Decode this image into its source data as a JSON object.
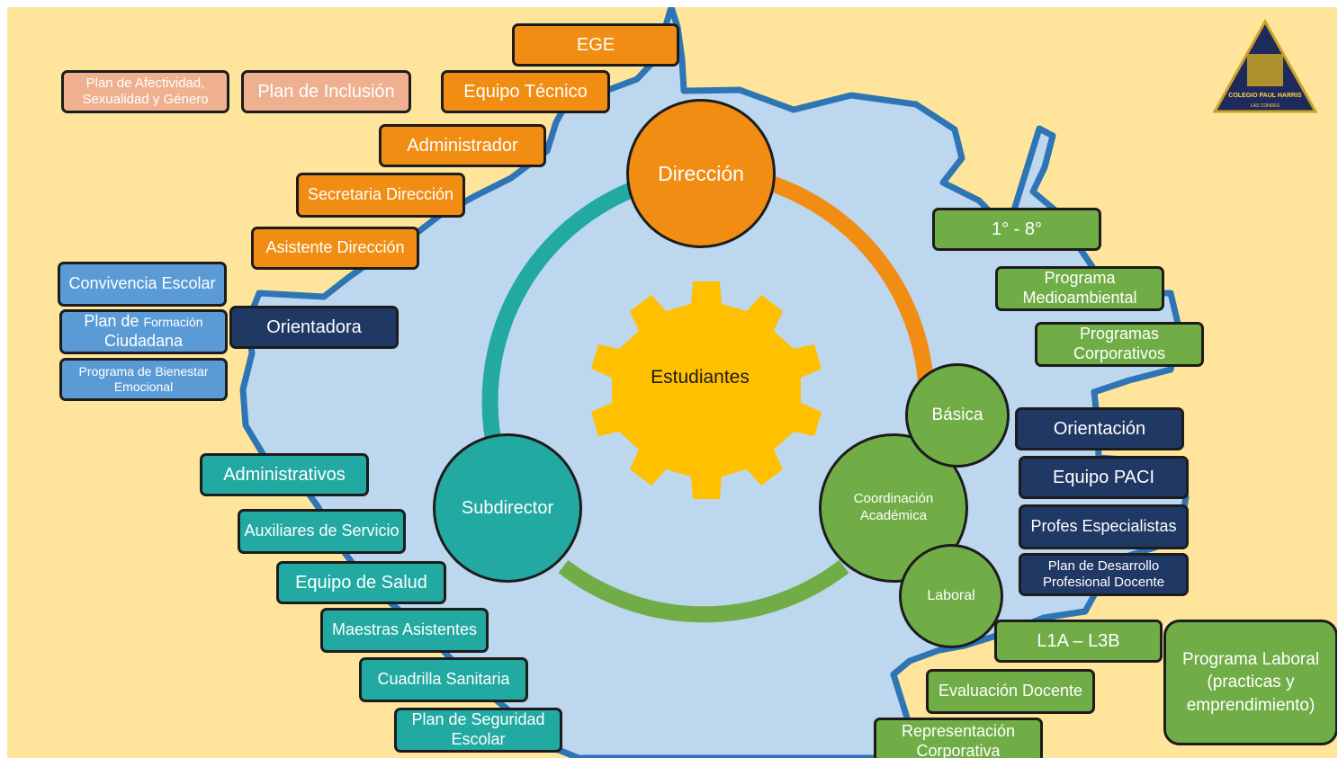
{
  "colors": {
    "background": "#ffe59b",
    "gear": "#bdd7ee",
    "gear_outline": "#2e75b6",
    "center_gear": "#ffc000",
    "orange": "#f28d14",
    "peach": "#eeb08f",
    "blue": "#5b9bd5",
    "navy": "#203864",
    "teal": "#22a9a2",
    "green": "#71ad47"
  },
  "logo": {
    "name": "COLEGIO PAUL HARRIS",
    "sub": "LAS CONDES"
  },
  "center": {
    "label": "Estudiantes"
  },
  "hubs": {
    "direccion": "Dirección",
    "subdirector": "Subdirector",
    "coordinacion": "Coordinación Académica",
    "basica": "Básica",
    "laboral": "Laboral"
  },
  "direccion_boxes": {
    "ege": "EGE",
    "equipo_tecnico": "Equipo Técnico",
    "plan_inclusion": "Plan de Inclusión",
    "plan_afectividad": "Plan de Afectividad, Sexualidad y Género",
    "administrador": "Administrador",
    "secretaria": "Secretaria Dirección",
    "asistente": "Asistente Dirección",
    "convivencia": "Convivencia Escolar",
    "plan_formacion_a": "Plan de ",
    "plan_formacion_b": "Formación",
    "plan_formacion_c": "Ciudadana",
    "bienestar": "Programa de Bienestar Emocional",
    "orientadora": "Orientadora"
  },
  "subdirector_boxes": [
    "Administrativos",
    "Auxiliares de Servicio",
    "Equipo de Salud",
    "Maestras Asistentes",
    "Cuadrilla Sanitaria",
    "Plan de Seguridad Escolar"
  ],
  "basica_boxes": {
    "grados": "1° - 8°",
    "medioambiental": "Programa Medioambiental",
    "corporativos": "Programas Corporativos"
  },
  "coordinacion_boxes": {
    "orientacion": "Orientación",
    "paci": "Equipo PACI",
    "profes": "Profes Especialistas",
    "desarrollo": "Plan de Desarrollo Profesional Docente"
  },
  "laboral_boxes": {
    "niveles": "L1A – L3B",
    "evaluacion": "Evaluación Docente",
    "representacion": "Representación Corporativa",
    "programa_laboral": "Programa Laboral (practicas y emprendimiento)"
  }
}
